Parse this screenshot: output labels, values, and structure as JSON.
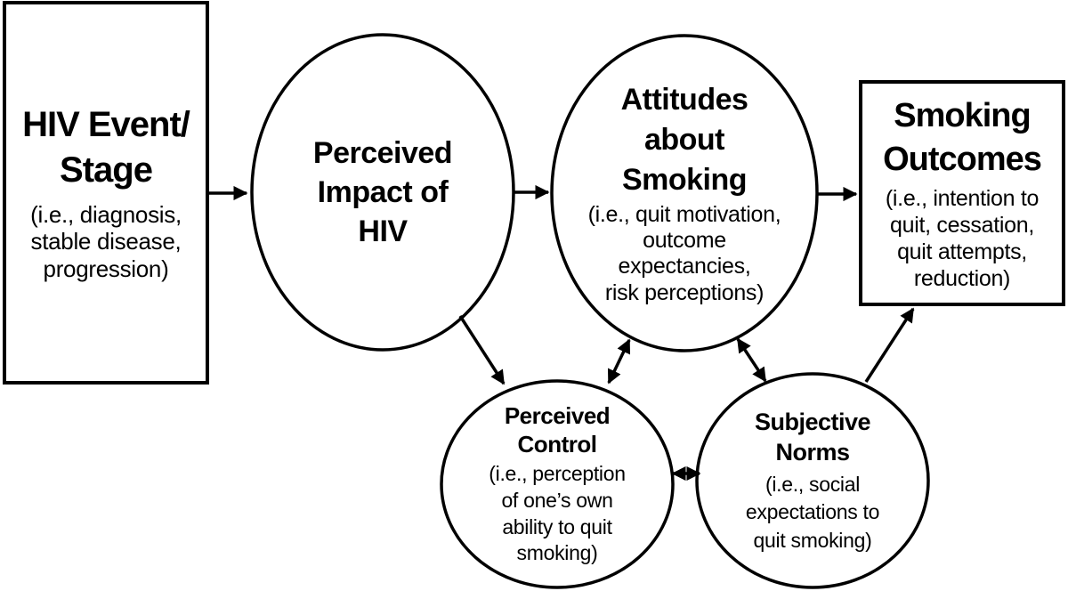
{
  "figure": {
    "background_color": "#ffffff",
    "line_color": "#000000",
    "nodes": {
      "hiv_event_stage": {
        "shape": "rectangle",
        "title": "HIV Event/\nStage",
        "subtitle": "(i.e., diagnosis,\nstable disease,\nprogression)"
      },
      "perceived_impact": {
        "shape": "ellipse",
        "title": "Perceived\nImpact of\nHIV"
      },
      "attitudes_about_smoking": {
        "shape": "ellipse",
        "title": "Attitudes\nabout\nSmoking",
        "subtitle": "(i.e., quit motivation,\noutcome\nexpectancies,\nrisk perceptions)"
      },
      "smoking_outcomes": {
        "shape": "rectangle",
        "title": "Smoking\nOutcomes",
        "subtitle": "(i.e., intention to\nquit, cessation,\nquit attempts,\nreduction)"
      },
      "perceived_control": {
        "shape": "circle",
        "title": "Perceived\nControl",
        "subtitle": "(i.e., perception\nof one’s own\nability to quit\nsmoking)"
      },
      "subjective_norms": {
        "shape": "circle",
        "title": "Subjective\nNorms",
        "subtitle": "(i.e., social\nexpectations to\nquit smoking)"
      }
    },
    "edges": [
      {
        "from": "hiv_event_stage",
        "to": "perceived_impact",
        "direction": "one-way"
      },
      {
        "from": "perceived_impact",
        "to": "attitudes_about_smoking",
        "direction": "one-way"
      },
      {
        "from": "attitudes_about_smoking",
        "to": "smoking_outcomes",
        "direction": "one-way"
      },
      {
        "from": "perceived_impact",
        "to": "perceived_control",
        "direction": "one-way"
      },
      {
        "from": "perceived_control",
        "to": "attitudes_about_smoking",
        "direction": "two-way"
      },
      {
        "from": "attitudes_about_smoking",
        "to": "subjective_norms",
        "direction": "two-way"
      },
      {
        "from": "perceived_control",
        "to": "subjective_norms",
        "direction": "two-way"
      },
      {
        "from": "subjective_norms",
        "to": "smoking_outcomes",
        "direction": "one-way"
      }
    ]
  }
}
